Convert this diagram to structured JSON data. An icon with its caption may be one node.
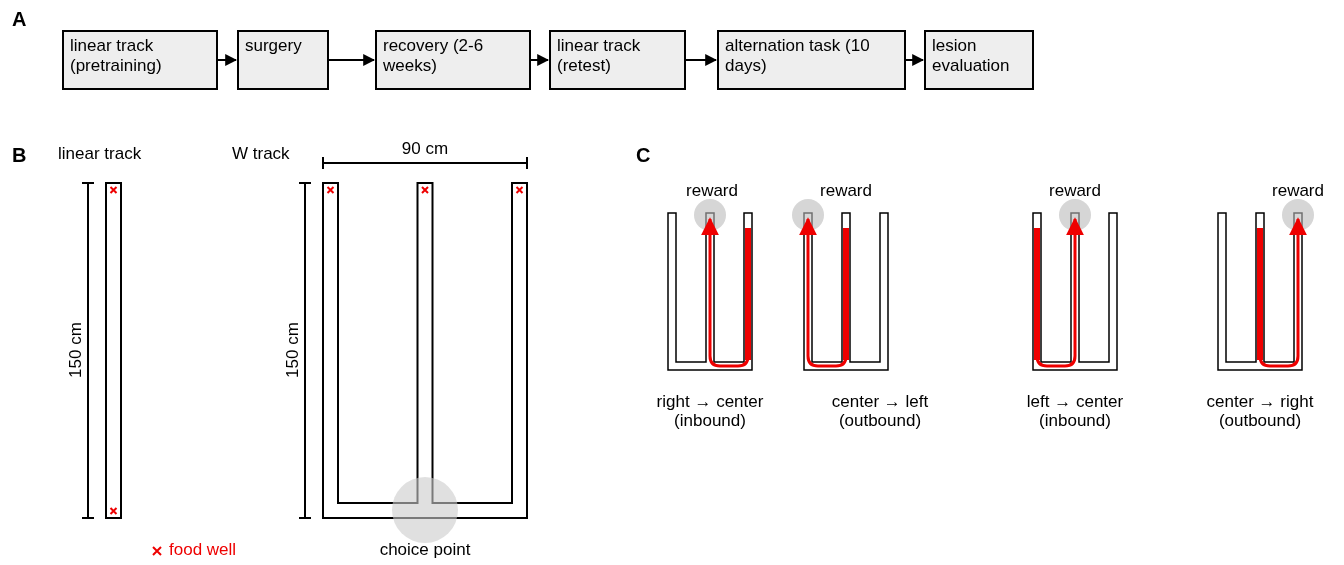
{
  "diagram": {
    "nodes": [
      {
        "text": [
          "linear track (pretraining)"
        ]
      },
      {
        "text": [
          "surgery"
        ]
      },
      {
        "text": [
          "recovery (2-6 weeks)"
        ]
      },
      {
        "text": [
          "linear track (retest)"
        ]
      },
      {
        "text": [
          "alternation task (10 days)"
        ]
      },
      {
        "text": [
          "lesion evaluation"
        ]
      }
    ],
    "edges": [
      {
        "from": 0,
        "to": 1,
        "arrow": "to"
      },
      {
        "from": 1,
        "to": 2,
        "arrow": "to"
      },
      {
        "from": 2,
        "to": 3,
        "arrow": "to"
      },
      {
        "from": 3,
        "to": 4,
        "arrow": "to"
      },
      {
        "from": 4,
        "to": 5,
        "arrow": "to"
      }
    ],
    "labels": [
      "A",
      "B",
      "linear track",
      "W track",
      "90 cm",
      "C",
      "reward",
      "reward",
      "reward",
      "reward",
      "150 cm",
      "150 cm",
      "right → center (inbound)",
      "center → left (outbound)",
      "left → center (inbound)",
      "center → right (outbound)",
      "choice point"
    ],
    "legend": [
      {
        "text": "food well"
      }
    ]
  }
}
